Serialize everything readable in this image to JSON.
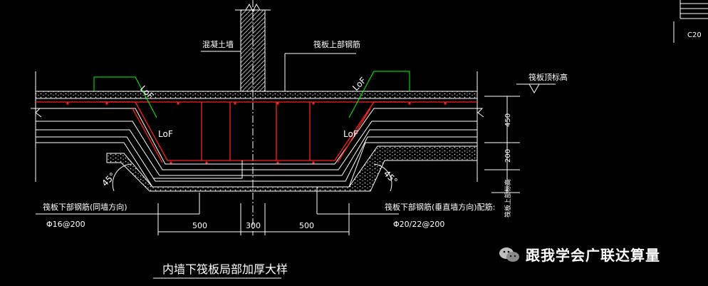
{
  "labels": {
    "wall_label": "混凝土墙",
    "top_rebar_label": "筏板上部钢筋",
    "raft_top_elev_label": "筏板顶标高",
    "lof_top_left": "LoF",
    "lof_top_right": "LoF",
    "lof_mid_left": "LoF",
    "lof_mid_right": "LoF",
    "angle_left": "45°",
    "angle_right": "45°",
    "dim_450": "450",
    "dim_200": "200",
    "dim_side_bottom": "筏板上部标高",
    "bottom_rebar_left": "筏板下部钢筋(同墙方向)",
    "bottom_rebar_left_spec": "Φ16@200",
    "bottom_rebar_right": "筏板下部钢筋(垂直墙方向)配筋:",
    "bottom_rebar_right_spec": "Φ20/22@200",
    "dim_500_left": "500",
    "dim_300": "300",
    "dim_500_right": "500",
    "title": "内墙下筏板局部加厚大样",
    "corner_label": "C20"
  },
  "watermark": {
    "icon": "wechat-icon",
    "text": "跟我学会广联达算量"
  },
  "colors": {
    "background": "#000000",
    "line_white": "#ffffff",
    "rebar_red": "#ff2020",
    "leader_green": "#00ff00"
  }
}
